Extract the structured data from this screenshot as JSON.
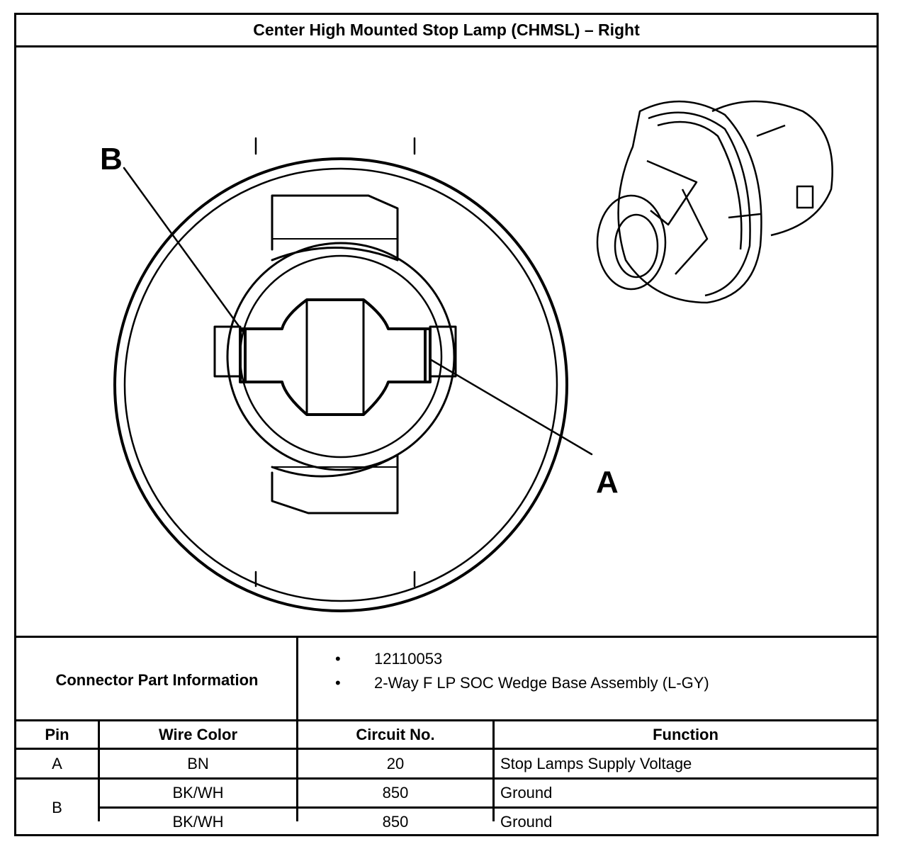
{
  "title": "Center High Mounted Stop Lamp (CHMSL) – Right",
  "diagram": {
    "callouts": [
      {
        "id": "B",
        "label": "B"
      },
      {
        "id": "A",
        "label": "A"
      }
    ]
  },
  "connector_info": {
    "label": "Connector Part Information",
    "items": [
      "12110053",
      "2-Way F LP SOC Wedge Base Assembly (L-GY)"
    ]
  },
  "pin_table": {
    "headers": [
      "Pin",
      "Wire Color",
      "Circuit No.",
      "Function"
    ],
    "rows": [
      {
        "pin": "A",
        "wire_color": "BN",
        "circuit": "20",
        "function": "Stop Lamps Supply Voltage"
      },
      {
        "pin": "B",
        "wire_color": "BK/WH",
        "circuit": "850",
        "function": "Ground"
      },
      {
        "pin": "",
        "wire_color": "BK/WH",
        "circuit": "850",
        "function": "Ground"
      }
    ]
  }
}
